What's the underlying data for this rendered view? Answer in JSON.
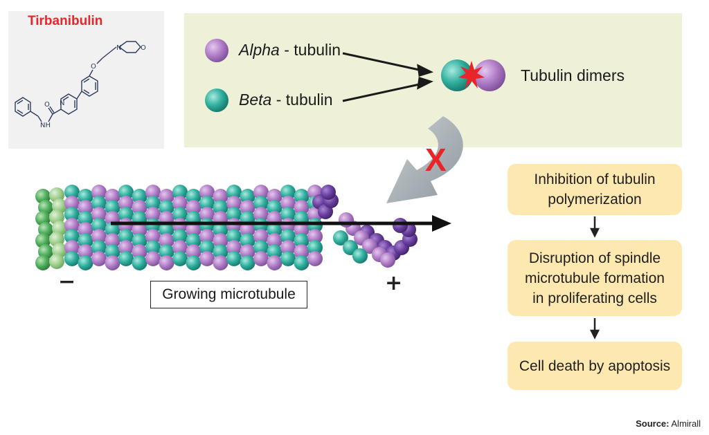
{
  "structure": {
    "drug_name": "Tirbanibulin",
    "atom_labels": {
      "o1": "O",
      "n1": "N",
      "o2": "O",
      "n2": "N",
      "o3": "O",
      "nh": "NH"
    }
  },
  "dimer_panel": {
    "alpha_label_italic": "Alpha",
    "alpha_label_rest": " - tubulin",
    "beta_label_italic": "Beta",
    "beta_label_rest": " - tubulin",
    "dimer_label": "Tubulin dimers",
    "block_mark": "X"
  },
  "microtubule": {
    "label": "Growing microtubule",
    "minus_sign": "−",
    "plus_sign": "+"
  },
  "pathway": {
    "steps": [
      "Inhibition of tubulin\npolymerization",
      "Disruption of spindle\nmicrotubule formation\nin proliferating cells",
      "Cell death by apoptosis"
    ]
  },
  "source": {
    "prefix": "Source:",
    "name": " Almirall"
  },
  "colors": {
    "alpha": "#b07cc6",
    "beta": "#2fae9e",
    "green": "#4fae5c",
    "dark_purple": "#5a3490",
    "red": "#e8262a",
    "box": "#fde8b0",
    "panel": "#eef1d8"
  }
}
